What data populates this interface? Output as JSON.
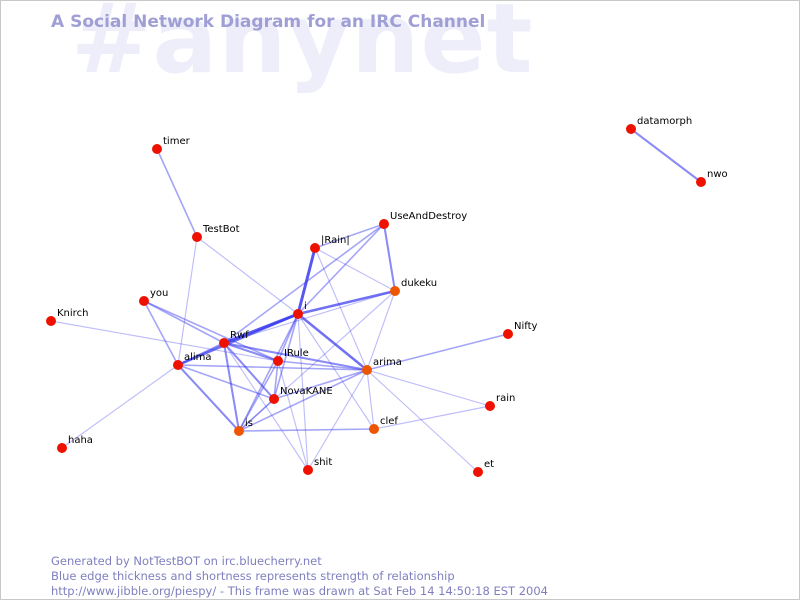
{
  "watermark": "#anynet",
  "title": "A Social Network Diagram for an IRC Channel",
  "colors": {
    "edge": "#3a3af0",
    "node": "#ee1100",
    "node_alt": "#ee5500",
    "title": "#9f9fd6",
    "watermark": "#eeeefb",
    "footer": "#7f7fbf"
  },
  "nodes": [
    {
      "id": "timer",
      "label": "timer"
    },
    {
      "id": "TestBot",
      "label": "TestBot"
    },
    {
      "id": "Rain",
      "label": "|Rain|"
    },
    {
      "id": "UseAndDestroy",
      "label": "UseAndDestroy"
    },
    {
      "id": "dukeku",
      "label": "dukeku"
    },
    {
      "id": "i",
      "label": "i"
    },
    {
      "id": "you",
      "label": "you"
    },
    {
      "id": "Knirch",
      "label": "Knirch"
    },
    {
      "id": "Rwf",
      "label": "Rwf"
    },
    {
      "id": "alima",
      "label": "alima"
    },
    {
      "id": "IRule",
      "label": "IRule"
    },
    {
      "id": "arima",
      "label": "arima"
    },
    {
      "id": "Nifty",
      "label": "Nifty"
    },
    {
      "id": "NovaKANE",
      "label": "NovaKANE"
    },
    {
      "id": "is",
      "label": "is"
    },
    {
      "id": "clef",
      "label": "clef"
    },
    {
      "id": "rain",
      "label": "rain"
    },
    {
      "id": "haha",
      "label": "haha"
    },
    {
      "id": "shit",
      "label": "shit"
    },
    {
      "id": "et",
      "label": "et"
    },
    {
      "id": "datamorph",
      "label": "datamorph"
    },
    {
      "id": "nwo",
      "label": "nwo"
    }
  ],
  "edges": [
    {
      "source": "timer",
      "target": "TestBot",
      "strength": 2
    },
    {
      "source": "TestBot",
      "target": "i",
      "strength": 1
    },
    {
      "source": "TestBot",
      "target": "alima",
      "strength": 1
    },
    {
      "source": "Rain",
      "target": "i",
      "strength": 5
    },
    {
      "source": "Rain",
      "target": "UseAndDestroy",
      "strength": 2
    },
    {
      "source": "Rain",
      "target": "dukeku",
      "strength": 1
    },
    {
      "source": "Rain",
      "target": "arima",
      "strength": 1
    },
    {
      "source": "UseAndDestroy",
      "target": "dukeku",
      "strength": 3
    },
    {
      "source": "UseAndDestroy",
      "target": "i",
      "strength": 2
    },
    {
      "source": "UseAndDestroy",
      "target": "Rwf",
      "strength": 2
    },
    {
      "source": "dukeku",
      "target": "i",
      "strength": 4
    },
    {
      "source": "dukeku",
      "target": "Rwf",
      "strength": 1
    },
    {
      "source": "dukeku",
      "target": "arima",
      "strength": 1
    },
    {
      "source": "dukeku",
      "target": "is",
      "strength": 1
    },
    {
      "source": "i",
      "target": "Rwf",
      "strength": 5
    },
    {
      "source": "i",
      "target": "alima",
      "strength": 4
    },
    {
      "source": "i",
      "target": "arima",
      "strength": 4
    },
    {
      "source": "i",
      "target": "IRule",
      "strength": 2
    },
    {
      "source": "i",
      "target": "NovaKANE",
      "strength": 2
    },
    {
      "source": "i",
      "target": "is",
      "strength": 2
    },
    {
      "source": "i",
      "target": "shit",
      "strength": 1
    },
    {
      "source": "i",
      "target": "clef",
      "strength": 1
    },
    {
      "source": "you",
      "target": "Rwf",
      "strength": 2
    },
    {
      "source": "you",
      "target": "alima",
      "strength": 2
    },
    {
      "source": "you",
      "target": "IRule",
      "strength": 2
    },
    {
      "source": "Knirch",
      "target": "IRule",
      "strength": 1
    },
    {
      "source": "Rwf",
      "target": "alima",
      "strength": 3
    },
    {
      "source": "Rwf",
      "target": "IRule",
      "strength": 3
    },
    {
      "source": "Rwf",
      "target": "arima",
      "strength": 3
    },
    {
      "source": "Rwf",
      "target": "NovaKANE",
      "strength": 3
    },
    {
      "source": "Rwf",
      "target": "is",
      "strength": 3
    },
    {
      "source": "Rwf",
      "target": "shit",
      "strength": 1
    },
    {
      "source": "alima",
      "target": "arima",
      "strength": 2
    },
    {
      "source": "alima",
      "target": "is",
      "strength": 3
    },
    {
      "source": "alima",
      "target": "NovaKANE",
      "strength": 2
    },
    {
      "source": "alima",
      "target": "haha",
      "strength": 1
    },
    {
      "source": "IRule",
      "target": "arima",
      "strength": 2
    },
    {
      "source": "IRule",
      "target": "NovaKANE",
      "strength": 2
    },
    {
      "source": "IRule",
      "target": "is",
      "strength": 2
    },
    {
      "source": "IRule",
      "target": "shit",
      "strength": 1
    },
    {
      "source": "arima",
      "target": "Nifty",
      "strength": 2
    },
    {
      "source": "arima",
      "target": "NovaKANE",
      "strength": 2
    },
    {
      "source": "arima",
      "target": "is",
      "strength": 2
    },
    {
      "source": "arima",
      "target": "clef",
      "strength": 1
    },
    {
      "source": "arima",
      "target": "rain",
      "strength": 1
    },
    {
      "source": "arima",
      "target": "et",
      "strength": 1
    },
    {
      "source": "arima",
      "target": "shit",
      "strength": 1
    },
    {
      "source": "NovaKANE",
      "target": "is",
      "strength": 2
    },
    {
      "source": "is",
      "target": "clef",
      "strength": 2
    },
    {
      "source": "clef",
      "target": "rain",
      "strength": 1
    },
    {
      "source": "datamorph",
      "target": "nwo",
      "strength": 3
    }
  ],
  "footer": {
    "line1": "Generated by NotTestBOT on irc.bluecherry.net",
    "line2": "Blue edge thickness and shortness represents strength of relationship",
    "line3": "http://www.jibble.org/piespy/ - This frame was drawn at Sat Feb 14 14:50:18 EST 2004"
  }
}
